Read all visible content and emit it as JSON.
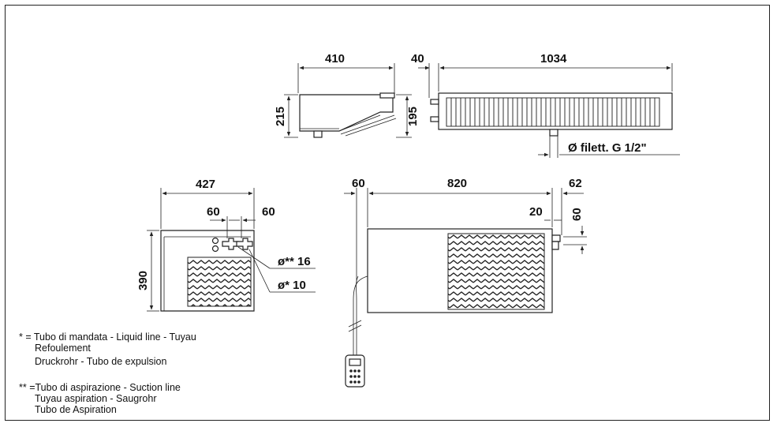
{
  "dimensions": {
    "side_width": "410",
    "side_height_left": "215",
    "side_height_right": "195",
    "front_offset": "40",
    "front_length": "1034",
    "drain": "Ø  filett.  G  1/2\"",
    "cond_width": "427",
    "cond_pipe_left": "60",
    "cond_pipe_right": "60",
    "cond_height": "390",
    "suction_diam": "ø** 16",
    "liquid_diam": "ø* 10",
    "plan_offset": "60",
    "plan_length": "820",
    "plan_right": "62",
    "plan_small": "20",
    "plan_vert": "60"
  },
  "legend": {
    "star_line1": "* =  Tubo di mandata - Liquid line - Tuyau",
    "star_line2": "Refoulement",
    "star_line3": "Druckrohr - Tubo de expulsion",
    "dstar_line1": "** =Tubo di aspirazione - Suction line",
    "dstar_line2": "Tuyau aspiration  - Saugrohr",
    "dstar_line3": "Tubo de Aspiration"
  },
  "colors": {
    "line": "#222222",
    "background": "#ffffff"
  },
  "icons": [
    "arrow-icon",
    "break-mark-icon",
    "remote-control-icon"
  ]
}
